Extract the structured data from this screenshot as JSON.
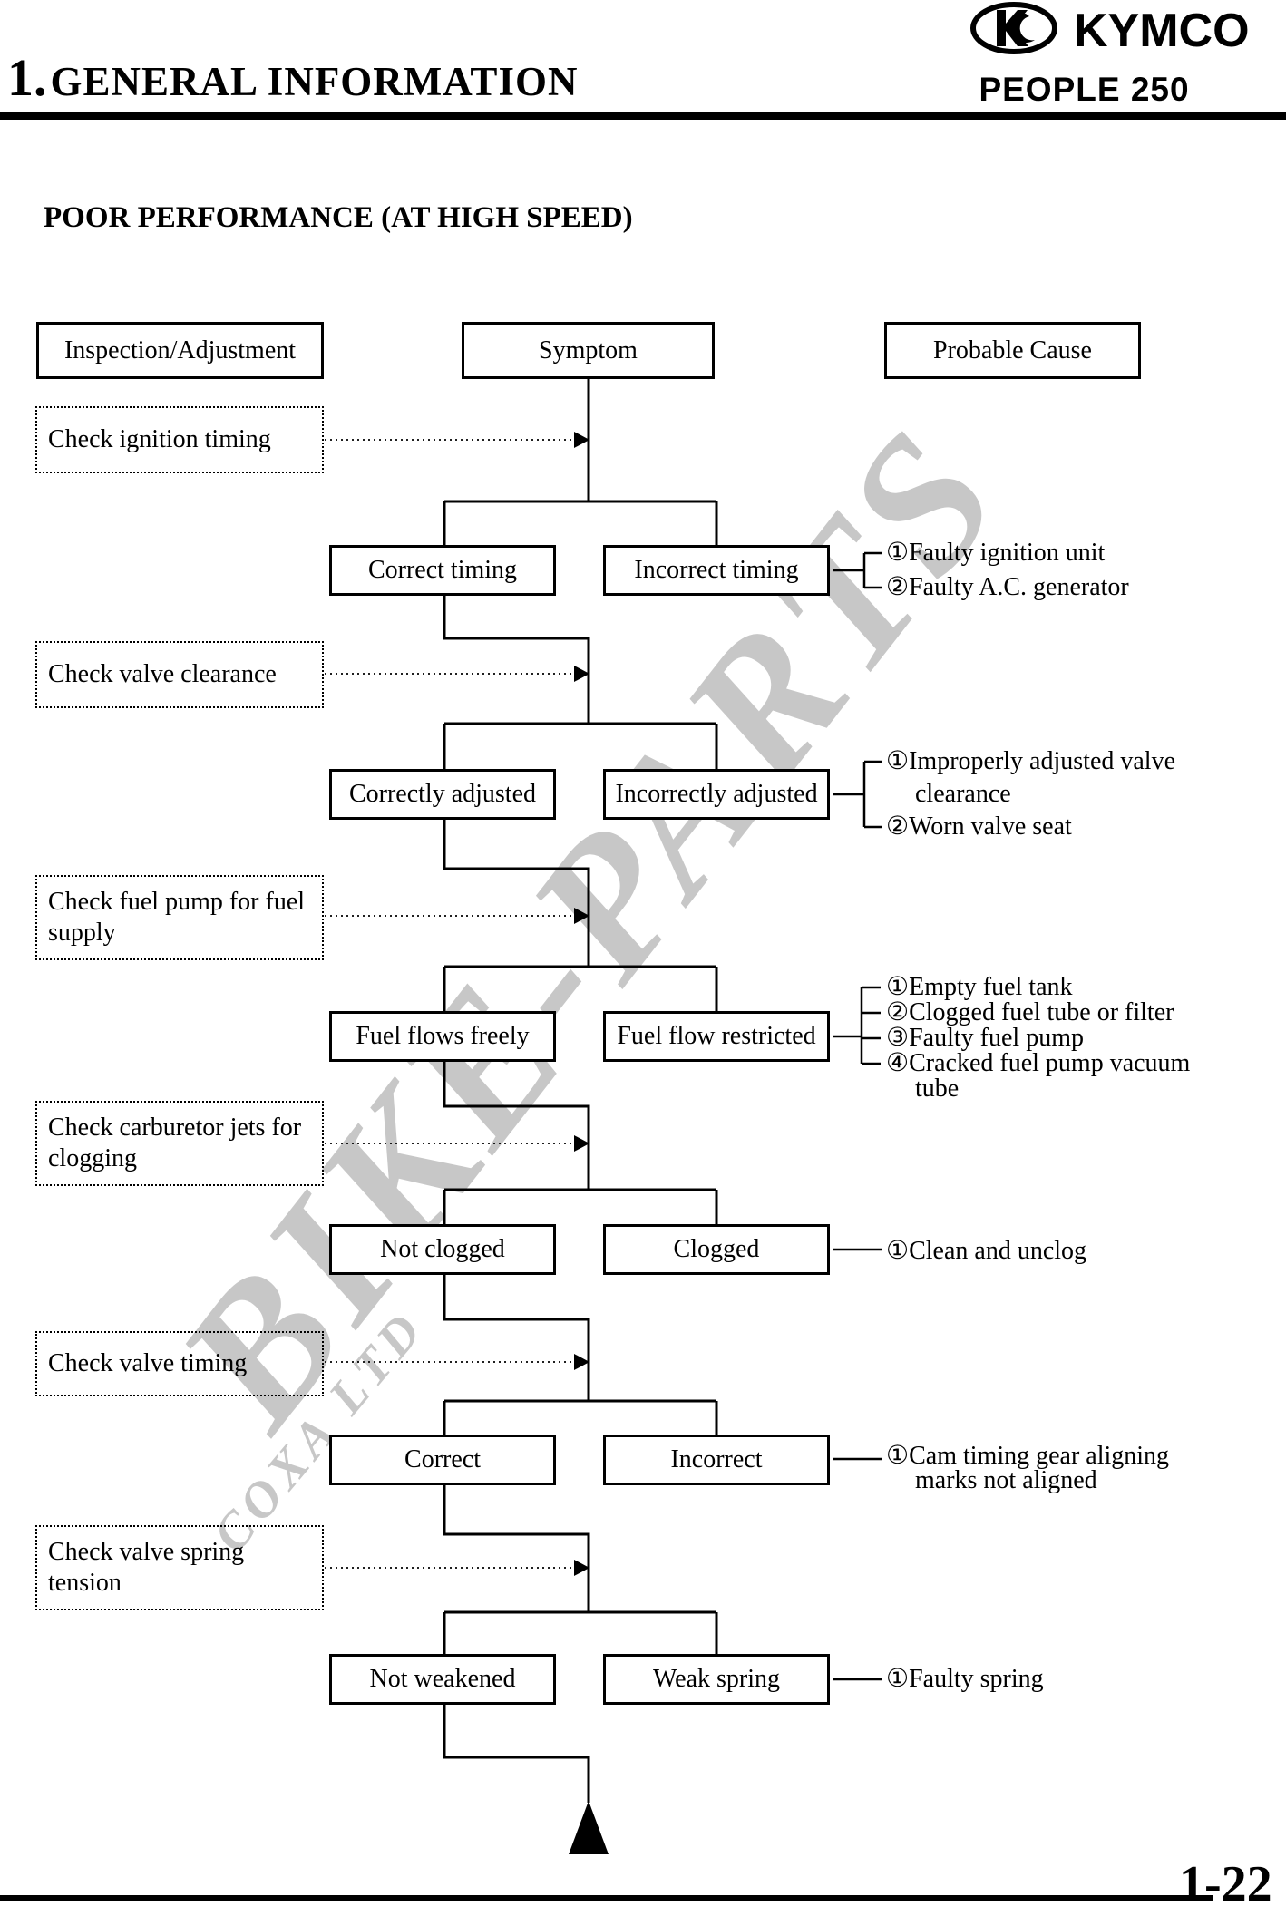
{
  "header": {
    "section_number": "1.",
    "section_title": "GENERAL INFORMATION",
    "brand": "KYMCO",
    "model": "PEOPLE 250"
  },
  "page": {
    "title": "POOR PERFORMANCE (AT HIGH SPEED)",
    "page_number": "1-22"
  },
  "columns": {
    "inspection": "Inspection/Adjustment",
    "symptom": "Symptom",
    "cause": "Probable Cause"
  },
  "sections": [
    {
      "inspection": "Check ignition timing",
      "ok": "Correct timing",
      "bad": "Incorrect timing",
      "causes": [
        "①Faulty ignition unit",
        "②Faulty A.C. generator"
      ]
    },
    {
      "inspection": "Check valve clearance",
      "ok": "Correctly adjusted",
      "bad": "Incorrectly adjusted",
      "causes": [
        "①Improperly adjusted valve",
        "clearance",
        "②Worn valve seat"
      ]
    },
    {
      "inspection": "Check fuel pump for fuel supply",
      "ok": "Fuel flows freely",
      "bad": "Fuel flow restricted",
      "causes": [
        "①Empty fuel tank",
        "②Clogged fuel tube or filter",
        "③Faulty fuel pump",
        "④Cracked fuel pump vacuum",
        "tube"
      ]
    },
    {
      "inspection": "Check carburetor jets for clogging",
      "ok": "Not clogged",
      "bad": "Clogged",
      "causes": [
        "①Clean and unclog"
      ]
    },
    {
      "inspection": "Check valve timing",
      "ok": "Correct",
      "bad": "Incorrect",
      "causes": [
        "①Cam timing gear aligning",
        "marks not aligned"
      ]
    },
    {
      "inspection": "Check valve spring tension",
      "ok": "Not weakened",
      "bad": "Weak spring",
      "causes": [
        "①Faulty spring"
      ]
    }
  ],
  "watermark": {
    "main": "BIKE-PARTS",
    "sub": "COXA LTD",
    "color": "#c7c7c7"
  }
}
